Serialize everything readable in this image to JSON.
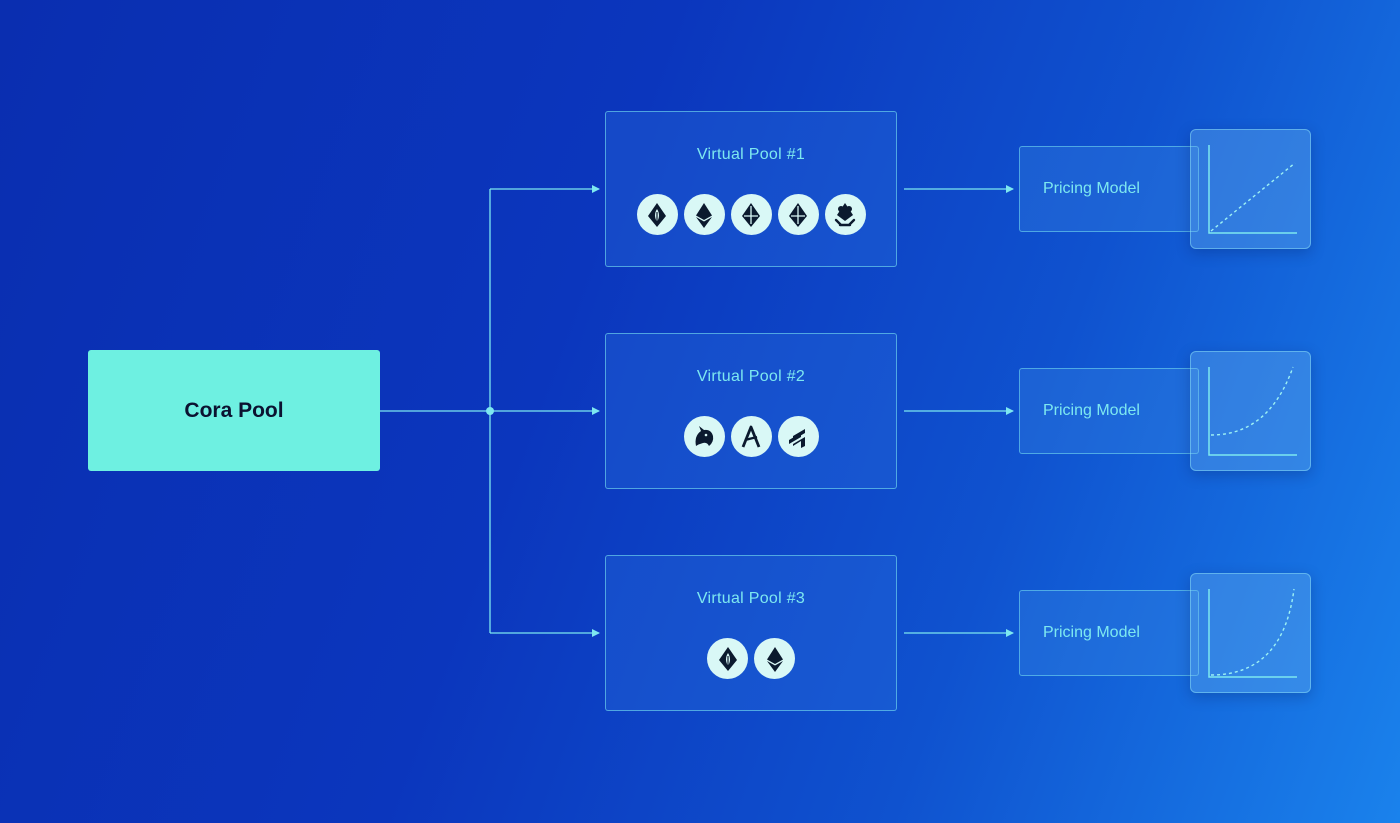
{
  "cora_pool": {
    "label": "Cora Pool"
  },
  "virtual_pools": [
    {
      "title": "Virtual Pool #1",
      "tokens": [
        "eth-leaf-icon",
        "ethereum-icon",
        "ethereum-icon",
        "ethereum-icon",
        "frog-eth-icon"
      ]
    },
    {
      "title": "Virtual Pool #2",
      "tokens": [
        "uniswap-unicorn-icon",
        "aave-icon",
        "compound-icon"
      ]
    },
    {
      "title": "Virtual Pool #3",
      "tokens": [
        "eth-leaf-icon",
        "ethereum-icon"
      ]
    }
  ],
  "pricing_models": [
    {
      "label": "Pricing Model",
      "curve": "linear"
    },
    {
      "label": "Pricing Model",
      "curve": "convex"
    },
    {
      "label": "Pricing Model",
      "curve": "steep-convex"
    }
  ],
  "colors": {
    "accent": "#6ef0e1",
    "line": "#7de8f0",
    "background_start": "#0a2eb0",
    "background_end": "#1a82ec"
  }
}
